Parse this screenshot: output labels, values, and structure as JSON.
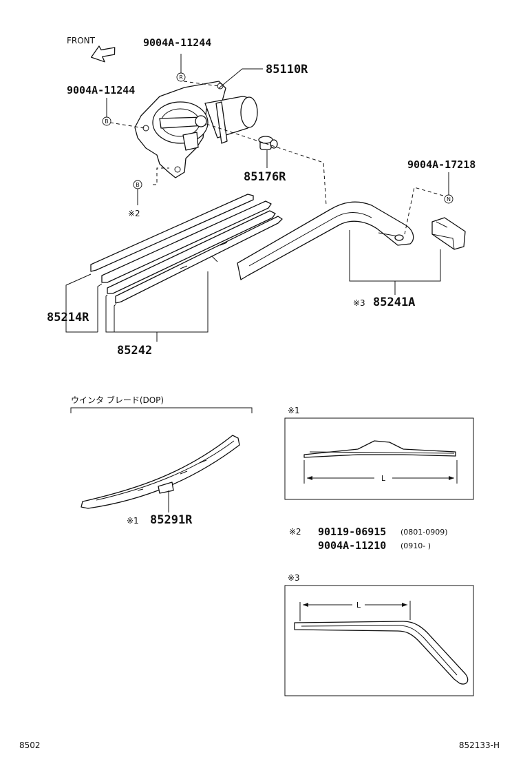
{
  "front_label": "FRONT",
  "parts": {
    "bolt_top": "9004A-11244",
    "bolt_left": "9004A-11244",
    "motor": "85110R",
    "cap": "85176R",
    "nut": "9004A-17218",
    "blade_assy": "85214R",
    "blade_rubber": "85242",
    "arm_ref": "※3",
    "arm": "85241A",
    "winter_ref": "※1",
    "winter_blade": "85291R",
    "bolt_b_ref": "※2"
  },
  "callouts": {
    "r": "R",
    "b1": "B",
    "b2": "B",
    "n": "N"
  },
  "winter_title": "ウインタ ブレード(DOP)",
  "detail1": {
    "ref": "※1",
    "dim": "L"
  },
  "detail2": {
    "ref": "※2",
    "rows": [
      {
        "part": "90119-06915",
        "range": "(0801-0909)"
      },
      {
        "part": "9004A-11210",
        "range": "(0910-      )"
      }
    ]
  },
  "detail3": {
    "ref": "※3",
    "dim": "L"
  },
  "footer": {
    "left": "8502",
    "right": "852133-H"
  }
}
